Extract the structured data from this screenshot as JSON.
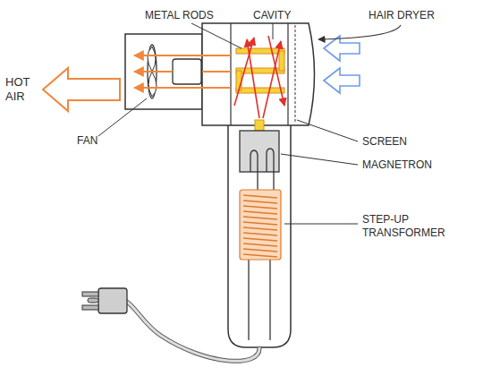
{
  "diagram": {
    "labels": [
      "METAL RODS",
      "CAVITY",
      "HAIR DRYER",
      "HOT AIR",
      "FAN",
      "SCREEN",
      "MAGNETRON",
      "STEP-UP TRANSFORMER"
    ]
  }
}
